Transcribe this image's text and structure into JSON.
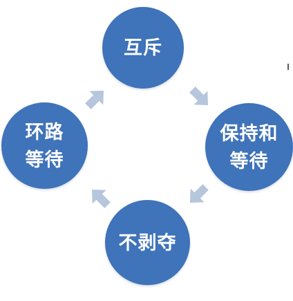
{
  "diagram": {
    "nodes": [
      {
        "id": "top",
        "label": "互斥"
      },
      {
        "id": "right",
        "label": "保持和\n等待"
      },
      {
        "id": "bottom",
        "label": "不剥夺"
      },
      {
        "id": "left",
        "label": "环路\n等待"
      }
    ],
    "edges": [
      {
        "from": "top",
        "to": "right"
      },
      {
        "from": "right",
        "to": "bottom"
      },
      {
        "from": "bottom",
        "to": "left"
      },
      {
        "from": "left",
        "to": "top"
      }
    ],
    "colors": {
      "node_fill": "#3f73ba",
      "node_text": "#ffffff",
      "arrow_fill": "#b6c6dc",
      "background": "#ffffff"
    }
  }
}
